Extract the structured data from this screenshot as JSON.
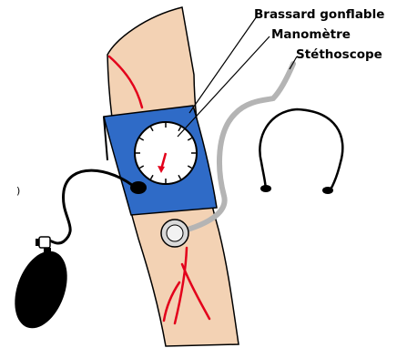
{
  "labels": {
    "cuff": "Brassard gonflable",
    "manometer": "Manomètre",
    "stethoscope": "Stéthoscope",
    "stray_mark": ")"
  },
  "colors": {
    "skin": "#f3d2b4",
    "outline": "#000000",
    "artery": "#e3001b",
    "cuff": "#2f6bc7",
    "dial_face": "#ffffff",
    "needle": "#e3001b",
    "tube": "#000000",
    "stethoscope_tube": "#b4b4b4",
    "bulb": "#000000"
  },
  "icons": [
    "arm",
    "blood-pressure-cuff",
    "manometer-dial",
    "inflation-bulb",
    "stethoscope"
  ]
}
